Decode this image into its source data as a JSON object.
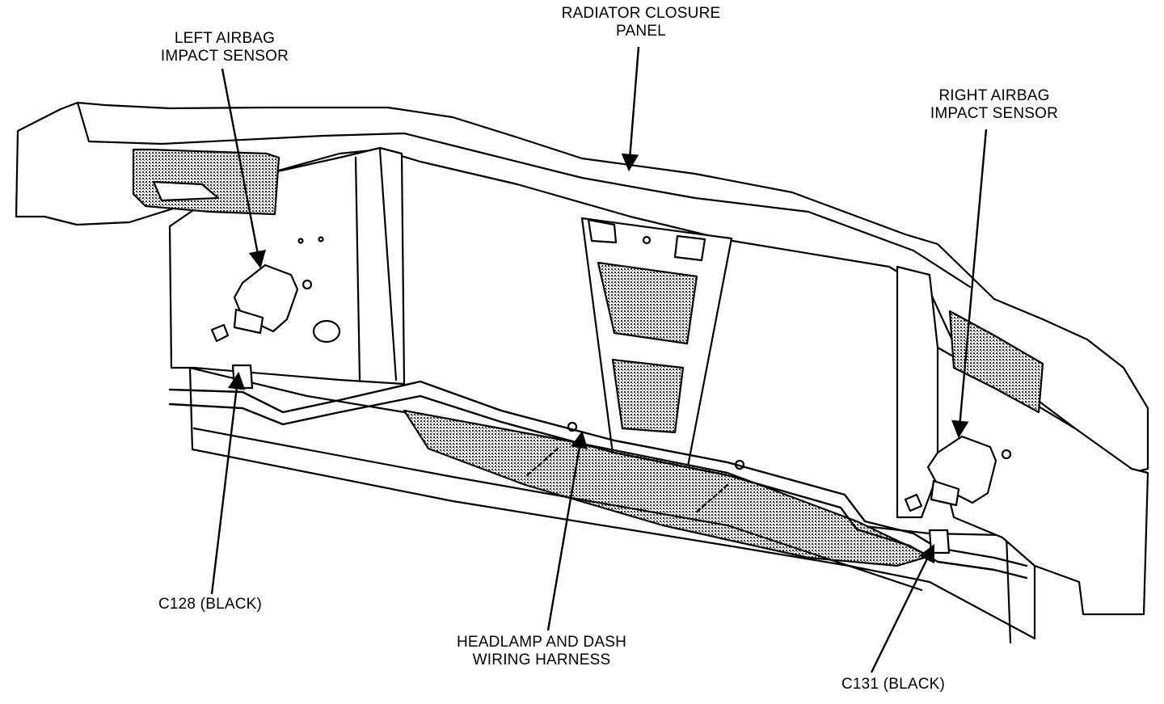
{
  "diagram": {
    "callouts": {
      "radiator_closure_panel": [
        "RADIATOR CLOSURE",
        "PANEL"
      ],
      "left_airbag_sensor": [
        "LEFT AIRBAG",
        "IMPACT SENSOR"
      ],
      "right_airbag_sensor": [
        "RIGHT AIRBAG",
        "IMPACT SENSOR"
      ],
      "c128": "C128 (BLACK)",
      "c131": "C131 (BLACK)",
      "harness": [
        "HEADLAMP AND DASH",
        "WIRING HARNESS"
      ]
    },
    "colors": {
      "line": "#000000",
      "fill": "#ffffff",
      "hatch": "#555555"
    }
  }
}
